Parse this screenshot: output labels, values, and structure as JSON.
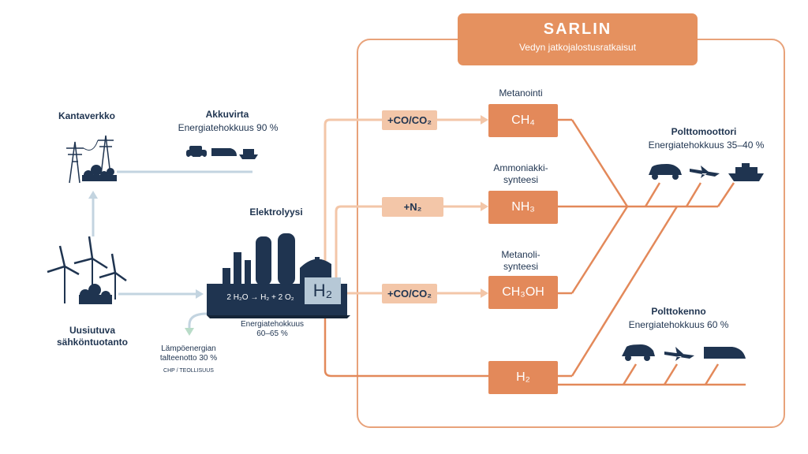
{
  "header": {
    "brand": "SARLIN",
    "subtitle": "Vedyn jatkojalostusratkaisut"
  },
  "left": {
    "grid_label": "Kantaverkko",
    "battery_label": "Akkuvirta",
    "battery_eff": "Energiatehokkuus 90 %",
    "renewable_label_1": "Uusiutuva",
    "renewable_label_2": "sähköntuotanto",
    "electrolysis_label": "Elektrolyysi",
    "equation": "2 H₂O → H₂ + 2 O₂",
    "h2_tag": "H₂",
    "electrolysis_eff_1": "Energiatehokkuus",
    "electrolysis_eff_2": "60–65 %",
    "heat_label_1": "Lämpöenergian",
    "heat_label_2": "talteenotto 30 %",
    "heat_sub": "CHP / TEOLLISUUS"
  },
  "inputs": [
    "+CO/CO₂",
    "+N₂",
    "+CO/CO₂"
  ],
  "processes": [
    {
      "title_1": "Metanointi",
      "title_2": "",
      "product": "CH₄"
    },
    {
      "title_1": "Ammoniakki-",
      "title_2": "synteesi",
      "product": "NH₃"
    },
    {
      "title_1": "Metanoli-",
      "title_2": "synteesi",
      "product": "CH₃OH"
    },
    {
      "title_1": "",
      "title_2": "",
      "product": "H₂"
    }
  ],
  "outputs": {
    "engine_label": "Polttomoottori",
    "engine_eff": "Energiatehokkuus 35–40 %",
    "fuelcell_label": "Polttokenno",
    "fuelcell_eff": "Energiatehokkuus 60 %"
  },
  "icons": [
    "transmission-tower-icon",
    "wind-turbine-icon",
    "car-icon",
    "train-icon",
    "ship-icon",
    "airplane-icon",
    "factory-icon"
  ],
  "colors": {
    "accent": "#e3895a",
    "accent_light": "#f3c6a8",
    "navy": "#1f3450",
    "lightblue": "#b6c8d6",
    "frame": "#e8a27a"
  }
}
